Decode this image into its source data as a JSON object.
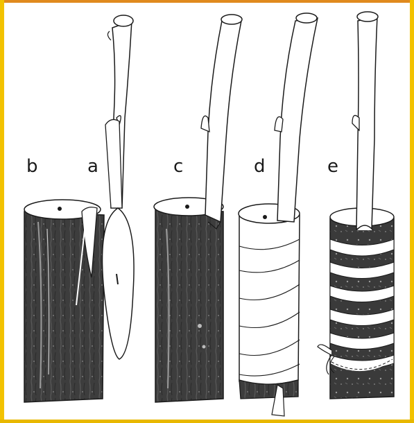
{
  "figure": {
    "border_colors": {
      "top": "#e08a1e",
      "left": "#f2c200",
      "right": "#f2c200",
      "bottom": "#e8b800"
    },
    "ink": "#1a1a1a",
    "bark": "#3a3a3a",
    "labels": [
      {
        "id": "b",
        "text": "b"
      },
      {
        "id": "a",
        "text": "a"
      },
      {
        "id": "c",
        "text": "c"
      },
      {
        "id": "d",
        "text": "d"
      },
      {
        "id": "e",
        "text": "e"
      }
    ]
  }
}
